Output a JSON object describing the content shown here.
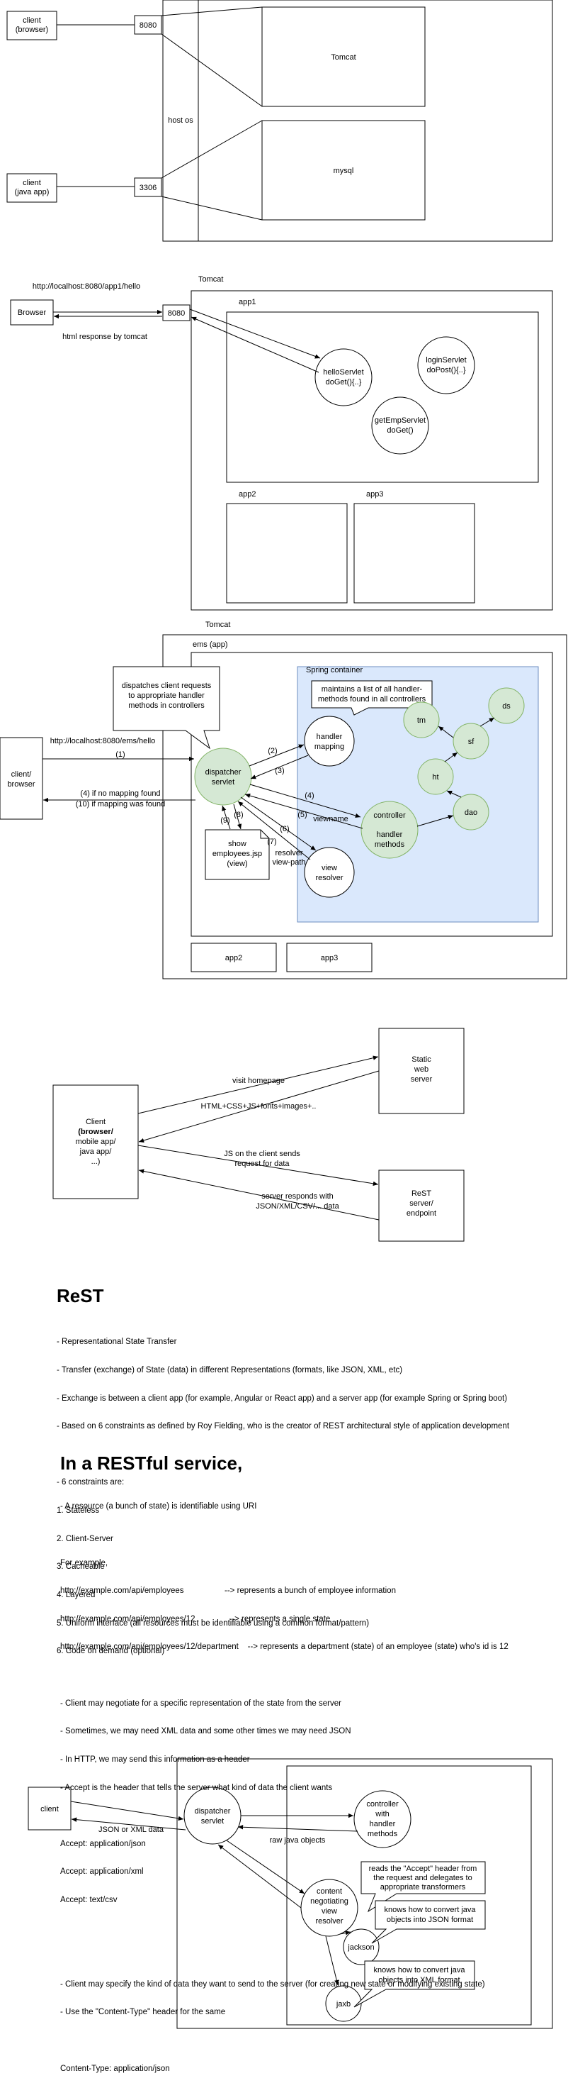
{
  "diagram1": {
    "client_browser": [
      "client",
      "(browser)"
    ],
    "client_java": [
      "client",
      "(java app)"
    ],
    "port_8080": "8080",
    "port_3306": "3306",
    "host_os": "host os",
    "tomcat": "Tomcat",
    "mysql": "mysql"
  },
  "diagram2": {
    "url": "http://localhost:8080/app1/hello",
    "browser": "Browser",
    "port": "8080",
    "response": "html response by tomcat",
    "tomcat": "Tomcat",
    "app1": "app1",
    "app2": "app2",
    "app3": "app3",
    "hello_servlet": [
      "helloServlet",
      "doGet(){..}"
    ],
    "login_servlet": [
      "loginServlet",
      "doPost(){..}"
    ],
    "getemp_servlet": [
      "getEmpServlet",
      "doGet()"
    ]
  },
  "diagram3": {
    "tomcat": "Tomcat",
    "ems_app": "ems (app)",
    "spring_container": "Spring container",
    "callout_dispatch": [
      "dispatches client requests",
      "to appropriate handler",
      "methods in controllers"
    ],
    "callout_mapping": [
      "maintains a list of all handler-",
      "methods found in all controllers"
    ],
    "client": [
      "client/",
      "browser"
    ],
    "url": "http://localhost:8080/ems/hello",
    "label_1": "(1)",
    "label_4_back": "(4) if no mapping found",
    "label_10_back": "(10) if mapping was found",
    "dispatcher": [
      "dispatcher",
      "servlet"
    ],
    "handler_mapping": [
      "handler",
      "mapping"
    ],
    "label_2": "(2)",
    "label_3": "(3)",
    "label_4": "(4)",
    "label_5": "(5)",
    "label_6": "(6)",
    "label_7": "(7)",
    "label_8": "(8)",
    "label_9": "(9)",
    "viewname": "viewname",
    "resolver_viewpath": [
      "resolver",
      "view-path"
    ],
    "controller": [
      "controller",
      "",
      "handler",
      "methods"
    ],
    "view_resolver": [
      "view",
      "resolver"
    ],
    "show_view": [
      "show",
      "employees.jsp",
      "(view)"
    ],
    "tm": "tm",
    "ds": "ds",
    "sf": "sf",
    "ht": "ht",
    "dao": "dao",
    "app2": "app2",
    "app3": "app3"
  },
  "diagram4": {
    "client": [
      "Client",
      "(browser/",
      "mobile app/",
      "java app/",
      "...)"
    ],
    "static_server": [
      "Static",
      "web",
      "server"
    ],
    "rest_server": [
      "ReST",
      "server/",
      "endpoint"
    ],
    "visit_homepage": "visit homepage",
    "html_assets": "HTML+CSS+JS+fonts+images+..",
    "js_sends": [
      "JS on the client sends",
      "request for data"
    ],
    "server_responds": [
      "server responds with",
      "JSON/XML/CSV/... data"
    ]
  },
  "rest_section": {
    "title": "ReST",
    "lines": [
      "- Representational State Transfer",
      "- Transfer (exchange) of State (data) in different Representations (formats, like JSON, XML, etc)",
      "- Exchange is between a client app (for example, Angular or React app) and a server app (for example Spring or Spring boot)",
      "- Based on 6 constraints as defined by Roy Fielding, who is the creator of REST architectural style of application development",
      "",
      "- 6 constraints are:",
      "1. Stateless",
      "2. Client-Server",
      "3. Cacheable",
      "4. Layered",
      "5. Uniform interface (all resources must be identifiable using a common format/pattern)",
      "6. Code on demand (optional)"
    ]
  },
  "restful_section": {
    "title": "In a RESTful service,",
    "lines": [
      "- A resource (a bunch of state) is identifiable using URI",
      "",
      "For example,",
      "http://example.com/api/employees                  --> represents a bunch of employee information",
      "http://example.com/api/employees/12               --> represents a single state",
      "http://example.com/api/employees/12/department    --> represents a department (state) of an employee (state) who's id is 12",
      "",
      "- Client may negotiate for a specific representation of the state from the server",
      "- Sometimes, we may need XML data and some other times we may need JSON",
      "- In HTTP, we may send this information as a header",
      "- Accept is the header that tells the server what kind of data the client wants",
      "",
      "Accept: application/json",
      "Accept: application/xml",
      "Accept: text/csv",
      "",
      "",
      "- Client may specify the kind of data they want to send to the server (for creating new state or modifying existing state)",
      "- Use the \"Content-Type\" header for the same",
      "",
      "Content-Type: application/json"
    ]
  },
  "diagram5": {
    "client": "client",
    "json_xml": "JSON or XML data",
    "dispatcher": [
      "dispatcher",
      "servlet"
    ],
    "controller": [
      "controller",
      "with",
      "handler",
      "methods"
    ],
    "raw_java": "raw java objects",
    "cnvr": [
      "content",
      "negotiating",
      "view",
      "resolver"
    ],
    "jackson": "jackson",
    "jaxb": "jaxb",
    "callout_accept": [
      "reads the \"Accept\" header from",
      "the request and delegates to",
      "appropriate transformers"
    ],
    "callout_json": [
      "knows how to convert java",
      "objects into JSON format"
    ],
    "callout_xml": [
      "knows how to convert java",
      "objects into XML format"
    ]
  },
  "colors": {
    "green_fill": "#d5e8d4",
    "green_stroke": "#82b366",
    "blue_fill": "#dae8fc",
    "blue_stroke": "#6c8ebf"
  }
}
